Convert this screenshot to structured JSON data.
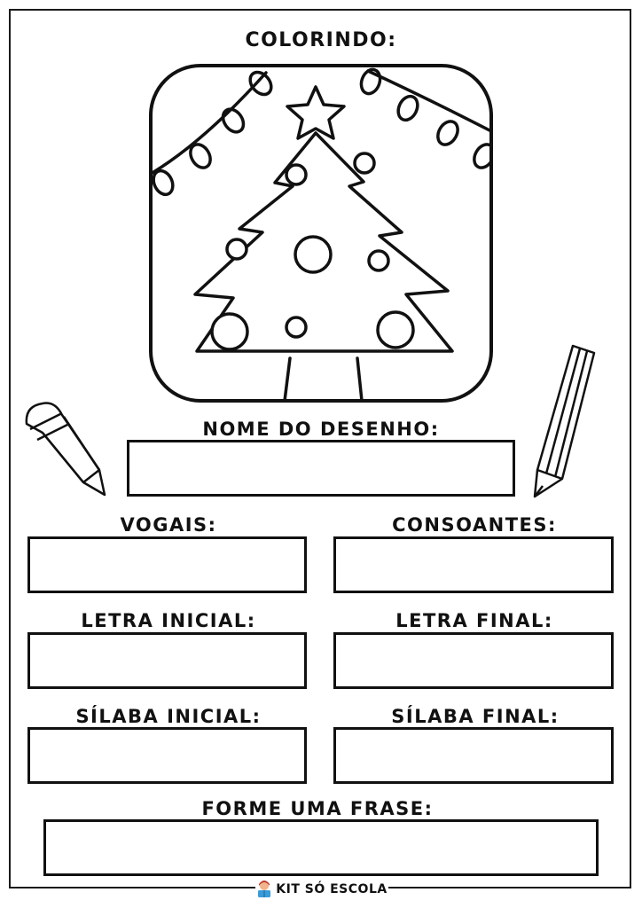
{
  "worksheet": {
    "colorindo_label": "COLORINDO:",
    "nome_label": "NOME DO DESENHO:",
    "vogais_label": "VOGAIS:",
    "consoantes_label": "CONSOANTES:",
    "letra_inicial_label": "LETRA INICIAL:",
    "letra_final_label": "LETRA FINAL:",
    "silaba_inicial_label": "SÍLABA INICIAL:",
    "silaba_final_label": "SÍLABA FINAL:",
    "frase_label": "FORME UMA FRASE:"
  },
  "footer": {
    "brand": "KIT SÓ ESCOLA",
    "logo_icon": "reading-child-icon"
  },
  "illustration": {
    "subject_icon": "christmas-tree-icon",
    "decorations": [
      "star-icon",
      "string-lights-icon",
      "pencil-icon",
      "crayon-icon"
    ]
  }
}
